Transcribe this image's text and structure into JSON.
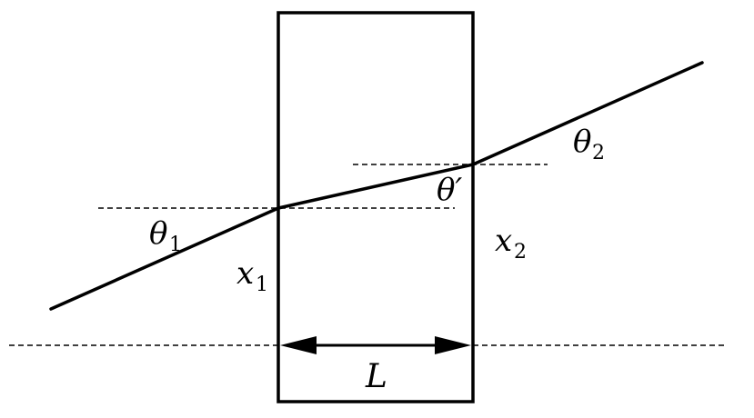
{
  "labels": {
    "theta1": "θ",
    "theta1_sub": "1",
    "theta_prime": "θ′",
    "theta2": "θ",
    "theta2_sub": "2",
    "x1": "x",
    "x1_sub": "1",
    "x2": "x",
    "x2_sub": "2",
    "length": "L"
  },
  "colors": {
    "stroke": "#000000",
    "background": "#ffffff"
  }
}
